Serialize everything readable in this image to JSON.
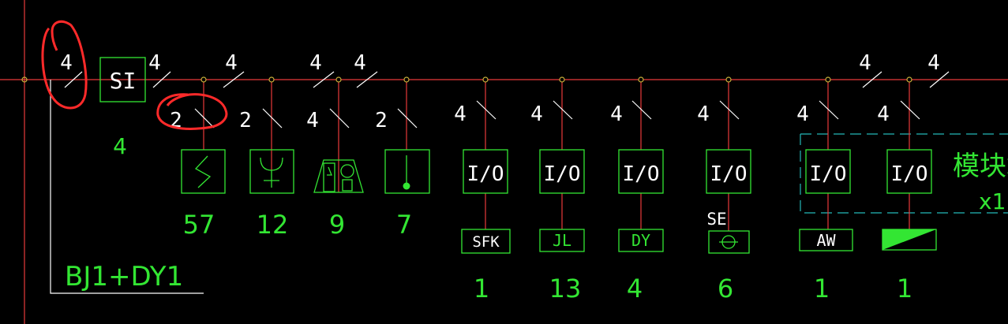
{
  "colors": {
    "background": "#000000",
    "bus": "#e83a3a",
    "symbol": "#33e633",
    "annotation": "#ffffff",
    "module_box": "#24b8b8",
    "markup": "#ff2a2a"
  },
  "si_module": {
    "label": "SI",
    "line_count": "4",
    "out_count": "4",
    "quantity": "4"
  },
  "bus_counts": [
    "4",
    "4",
    "4",
    "4",
    "4"
  ],
  "devices": [
    {
      "symbol": "smoke-detector-icon",
      "wire_count": "2",
      "quantity": "57"
    },
    {
      "symbol": "heat-detector-icon",
      "wire_count": "2",
      "quantity": "12"
    },
    {
      "symbol": "sounder-strobe-icon",
      "wire_count": "4",
      "quantity": "9"
    },
    {
      "symbol": "manual-call-point-icon",
      "wire_count": "2",
      "quantity": "7"
    }
  ],
  "io_modules": [
    {
      "label": "I/O",
      "wire_count": "4",
      "sub_label": "SFK",
      "quantity": "1"
    },
    {
      "label": "I/O",
      "wire_count": "4",
      "sub_label": "JL",
      "quantity": "13"
    },
    {
      "label": "I/O",
      "wire_count": "4",
      "sub_label": "DY",
      "quantity": "4"
    },
    {
      "label": "I/O",
      "wire_count": "4",
      "sub_label": "",
      "top_label": "SE",
      "sub_icon": "valve-icon",
      "quantity": "6"
    },
    {
      "label": "I/O",
      "wire_count": "4",
      "sub_label": "AW",
      "quantity": "1"
    },
    {
      "label": "I/O",
      "wire_count": "4",
      "sub_label": "",
      "sub_icon": "damper-icon",
      "quantity": "1"
    }
  ],
  "module_box": {
    "title": "模块箱",
    "count": "x1"
  },
  "panel_label": "BJ1+DY1"
}
